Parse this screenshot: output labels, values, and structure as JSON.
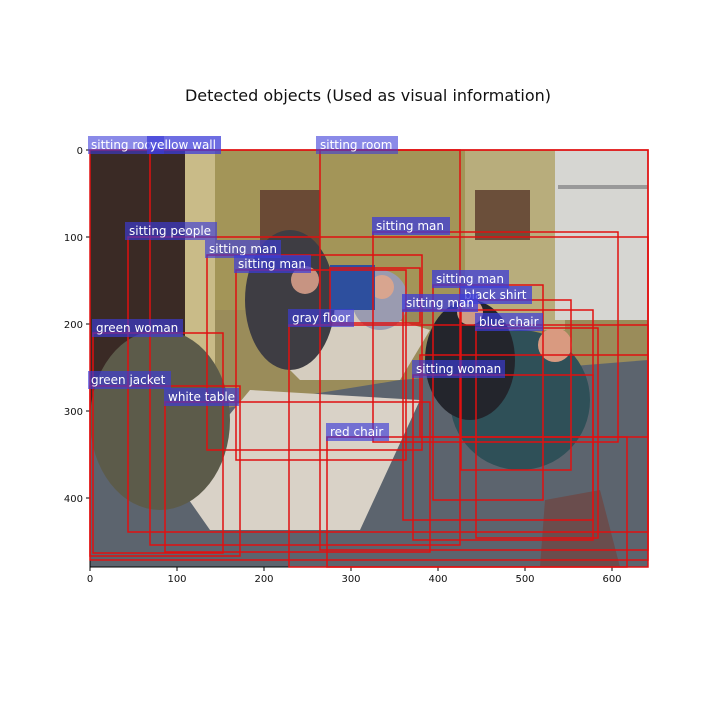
{
  "figure": {
    "title": "Detected objects (Used as visual information)",
    "x_ticks": [
      "0",
      "100",
      "200",
      "300",
      "400",
      "500",
      "600"
    ],
    "y_ticks": [
      "0",
      "100",
      "200",
      "300",
      "400"
    ],
    "box_color": "#e01010",
    "label_bg": "#3c3cd8",
    "label_text_color": "#ffffff"
  },
  "photo": {
    "scene": "indoor meeting room with people seated around folding tables",
    "wall_color": "#a89a63",
    "floor_color": "#5a6470"
  },
  "detections": [
    {
      "label": "sitting room"
    },
    {
      "label": "yellow wall"
    },
    {
      "label": "sitting room"
    },
    {
      "label": "sitting people"
    },
    {
      "label": "sitting man"
    },
    {
      "label": "sitting man"
    },
    {
      "label": "sitting man"
    },
    {
      "label": "sitting man"
    },
    {
      "label": "black shirt"
    },
    {
      "label": "sitting man"
    },
    {
      "label": "gray floor"
    },
    {
      "label": "blue chair"
    },
    {
      "label": "green woman"
    },
    {
      "label": "sitting woman"
    },
    {
      "label": "green jacket"
    },
    {
      "label": "white table"
    },
    {
      "label": "red chair"
    }
  ]
}
